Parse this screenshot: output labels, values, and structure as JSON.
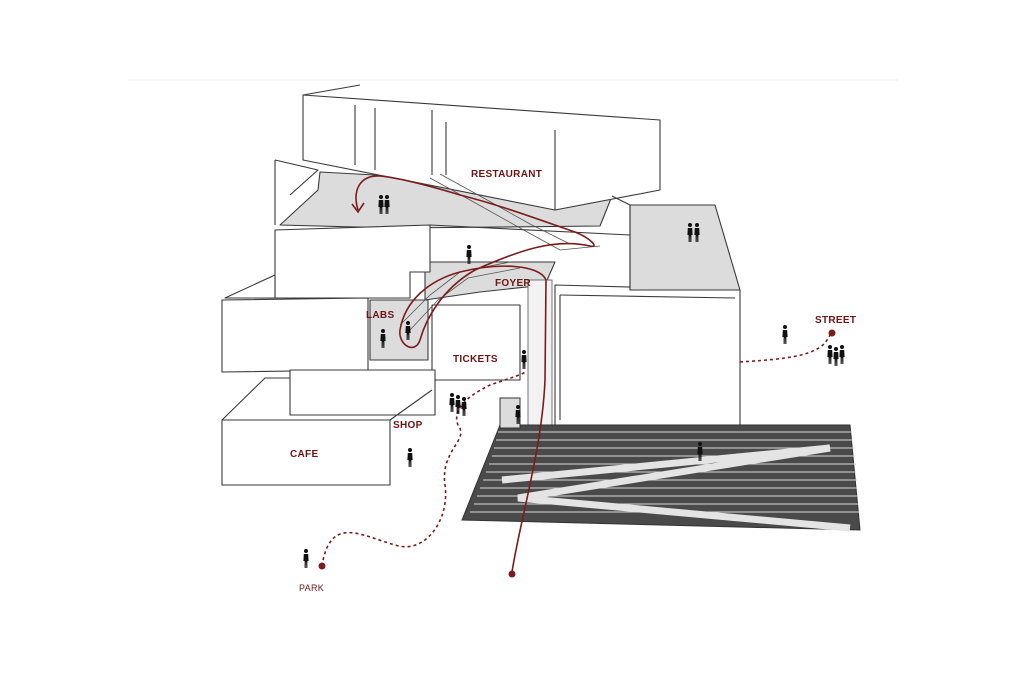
{
  "labels": {
    "restaurant": "RESTAURANT",
    "foyer": "FOYER",
    "labs": "LABS",
    "tickets": "TICKETS",
    "shop": "SHOP",
    "cafe": "CAFE",
    "street": "STREET",
    "park": "PARK"
  },
  "colors": {
    "route": "#7b1c1c",
    "label": "#6e1414",
    "outline": "#3a3a3a",
    "floor_grey": "#dcdcdc",
    "steps_dark": "#4a4a4a",
    "steps_light": "#d8d8d8",
    "figure": "#111111"
  }
}
